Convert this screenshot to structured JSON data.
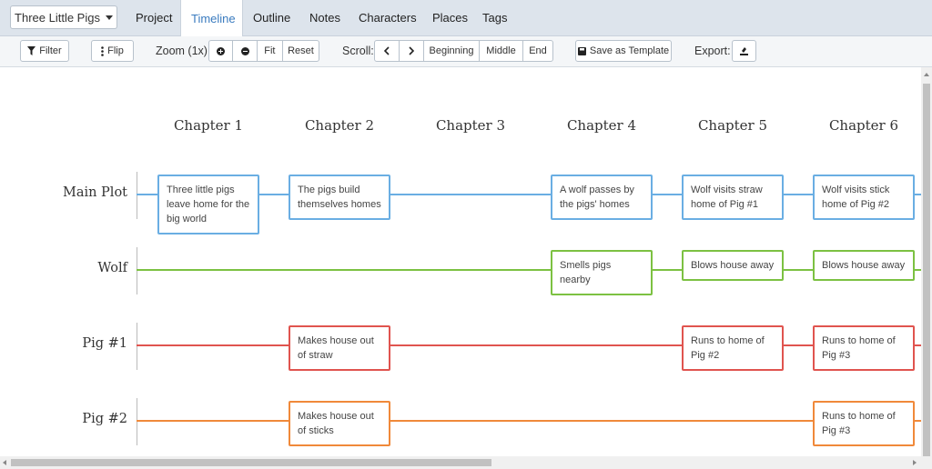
{
  "nav": {
    "project_name": "Three Little Pigs",
    "tabs": [
      "Project",
      "Timeline",
      "Outline",
      "Notes",
      "Characters",
      "Places",
      "Tags"
    ],
    "active_tab": "Timeline"
  },
  "toolbar": {
    "filter": "Filter",
    "flip": "Flip",
    "zoom_label": "Zoom (1x):",
    "fit": "Fit",
    "reset": "Reset",
    "scroll_label": "Scroll:",
    "beginning": "Beginning",
    "middle": "Middle",
    "end": "End",
    "save_template": "Save as Template",
    "export_label": "Export:"
  },
  "timeline": {
    "chapters": [
      "Chapter 1",
      "Chapter 2",
      "Chapter 3",
      "Chapter 4",
      "Chapter 5",
      "Chapter 6"
    ],
    "lines": [
      {
        "name": "Main Plot",
        "color": "#6aaee3",
        "cards": [
          {
            "chapter": 0,
            "text": "Three little pigs leave home for the big world"
          },
          {
            "chapter": 1,
            "text": "The pigs build themselves homes"
          },
          {
            "chapter": 3,
            "text": "A wolf passes by the pigs' homes"
          },
          {
            "chapter": 4,
            "text": "Wolf visits straw home of Pig #1"
          },
          {
            "chapter": 5,
            "text": "Wolf visits stick home of Pig #2"
          }
        ]
      },
      {
        "name": "Wolf",
        "color": "#7cc142",
        "cards": [
          {
            "chapter": 3,
            "text": "Smells pigs nearby"
          },
          {
            "chapter": 4,
            "text": "Blows house away"
          },
          {
            "chapter": 5,
            "text": "Blows house away"
          }
        ]
      },
      {
        "name": "Pig #1",
        "color": "#e0544f",
        "cards": [
          {
            "chapter": 1,
            "text": "Makes house out of straw"
          },
          {
            "chapter": 4,
            "text": "Runs to home of Pig #2"
          },
          {
            "chapter": 5,
            "text": "Runs to home of Pig #3"
          }
        ]
      },
      {
        "name": "Pig #2",
        "color": "#f0893a",
        "cards": [
          {
            "chapter": 1,
            "text": "Makes house out of sticks"
          },
          {
            "chapter": 5,
            "text": "Runs to home of Pig #3"
          }
        ]
      }
    ]
  }
}
